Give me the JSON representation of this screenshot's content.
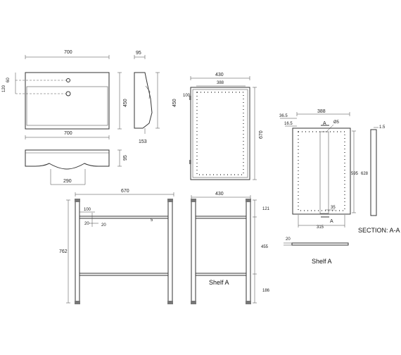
{
  "basin_top": {
    "width": "700",
    "tap_offset": "60",
    "overflow_offset": "120",
    "depth": "450"
  },
  "basin_side": {
    "width": "95",
    "depth": "450",
    "bottom": "153"
  },
  "basin_front": {
    "width": "700",
    "height": "95",
    "waste": "290"
  },
  "mirror_front": {
    "width": "430",
    "inner_width": "388",
    "top": "100",
    "height": "670"
  },
  "section": {
    "width": "388",
    "edge_a": "36.5",
    "edge_b": "16.5",
    "hole": "Ø5",
    "inner_h": "595",
    "outer_h": "628",
    "thickness": "1.5",
    "small": "35",
    "bottom_w": "315",
    "cut_mark": "A",
    "title": "SECTION: A-A"
  },
  "stand_front": {
    "width": "670",
    "offset": "100",
    "d1": "20",
    "d2": "20",
    "d3": "5",
    "height": "762"
  },
  "stand_side": {
    "width": "430",
    "top": "121",
    "middle": "455",
    "bottom": "186",
    "shelf_label": "Shelf A"
  },
  "shelf": {
    "thickness": "20",
    "label": "Shelf A"
  }
}
